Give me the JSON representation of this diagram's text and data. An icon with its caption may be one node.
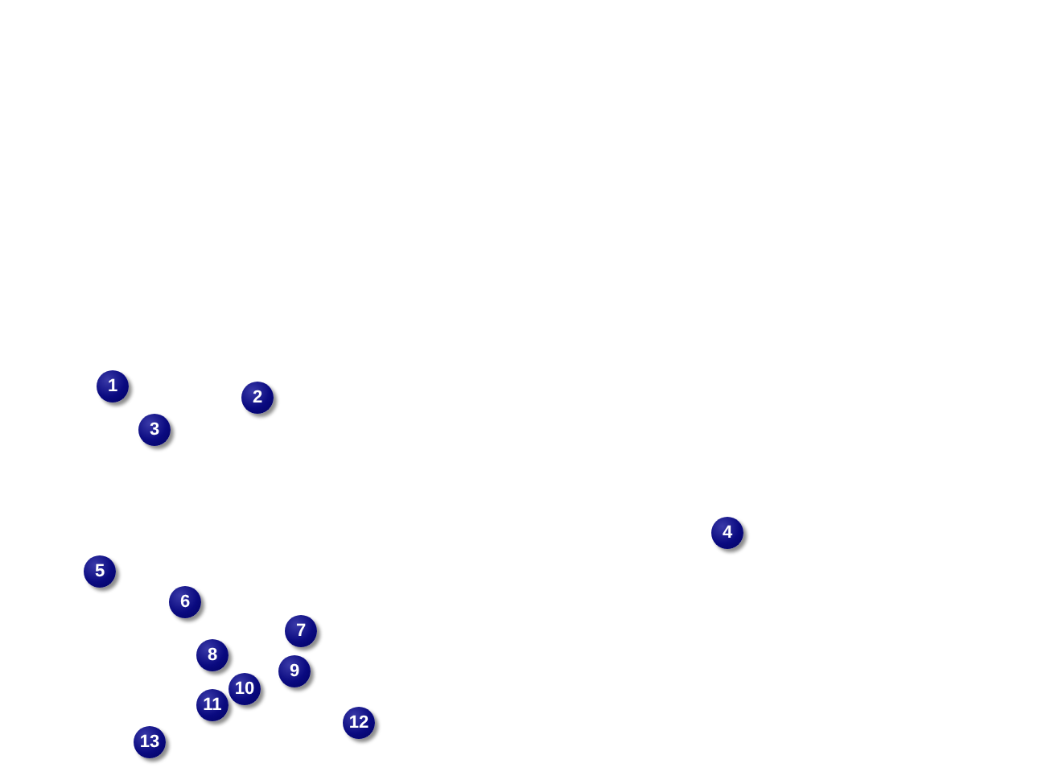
{
  "diagram": {
    "labels": [
      "1",
      "2",
      "3",
      "4",
      "5",
      "6",
      "7",
      "8",
      "9",
      "10",
      "11",
      "12",
      "13"
    ]
  }
}
